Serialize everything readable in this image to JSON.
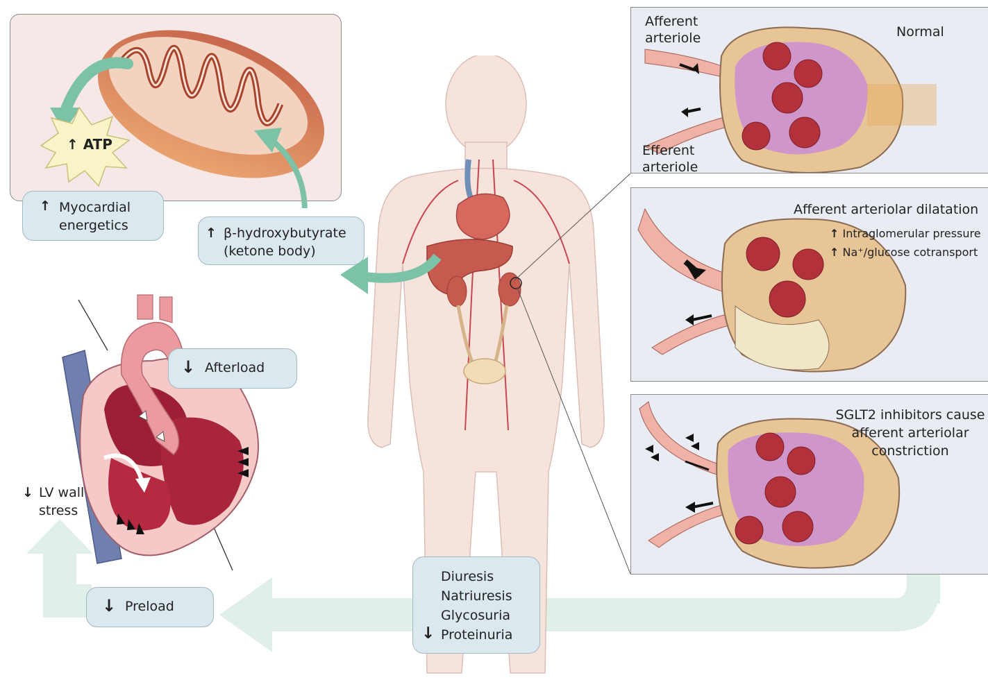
{
  "mito": {
    "atp": "ATP",
    "myocardial_line1": "Myocardial",
    "myocardial_line2": "energetics",
    "ketone_line1": "β-hydroxybutyrate",
    "ketone_line2": "(ketone body)"
  },
  "heart": {
    "afterload": "Afterload",
    "lv_line1": "LV wall",
    "lv_line2": "stress",
    "preload": "Preload"
  },
  "kidney_panels": {
    "normal": {
      "title": "Normal",
      "afferent_line1": "Afferent",
      "afferent_line2": "arteriole",
      "efferent_line1": "Efferent",
      "efferent_line2": "arteriole"
    },
    "dilatation": {
      "title": "Afferent arteriolar dilatation",
      "item1": "Intraglomerular pressure",
      "item2": "Na⁺/glucose cotransport"
    },
    "sglt2": {
      "line1": "SGLT2 inhibitors cause",
      "line2": "afferent arteriolar",
      "line3": "constriction"
    }
  },
  "effects": {
    "diuresis": "Diuresis",
    "natriuresis": "Natriuresis",
    "glycosuria": "Glycosuria",
    "proteinuria": "Proteinuria"
  },
  "colors": {
    "label_fill": "#dbe8ee",
    "flow_arrow": "#dfeee6",
    "teal_arrow": "#7cc2a6",
    "vessel": "#c8464f",
    "body": "#f6e3dc"
  },
  "icons": {
    "up": "↑",
    "down": "↓"
  }
}
